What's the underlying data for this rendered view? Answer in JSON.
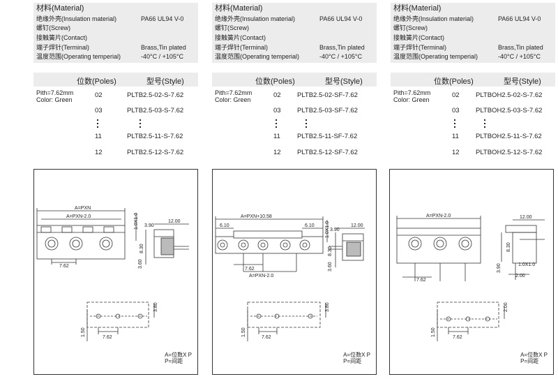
{
  "materials_header": "材料(Material)",
  "materials": [
    {
      "label": "绝缘外壳(Insulation material)",
      "value": "PA66 UL94 V-0"
    },
    {
      "label": "螺钉(Screw)",
      "value": ""
    },
    {
      "label": "接触簧片(Contact)",
      "value": ""
    },
    {
      "label": "端子焊针(Terminal)",
      "value": "Brass,Tin plated"
    },
    {
      "label": "温度范围(Operating temperial)",
      "value": "-40°C / +105°C"
    }
  ],
  "table_header": {
    "poles": "位数(Poles)",
    "style": "型号(Style)"
  },
  "pith": "Pith=7.62mm",
  "color": "Color: Green",
  "legend": {
    "a": "A=位数X P",
    "p": "P=间距"
  },
  "columns": [
    {
      "rows": [
        {
          "poles": "02",
          "style": "PLTB2.5-02-S-7.62"
        },
        {
          "poles": "03",
          "style": "PLTB2.5-03-S-7.62"
        },
        {
          "poles": "11",
          "style": "PLTB2.5-11-S-7.62"
        },
        {
          "poles": "12",
          "style": "PLTB2.5-12-S-7.62"
        }
      ],
      "dims": {
        "a": "A=PXN",
        "b": "A=PXN-2.0",
        "pitch": "7.62",
        "h1": "1.0X1.0",
        "h2": "3.90",
        "w": "12.00",
        "h3": "8.30",
        "h4": "3.60",
        "fp_h": "3.80",
        "fp_v": "1.50",
        "fp_p": "7.62"
      }
    },
    {
      "rows": [
        {
          "poles": "02",
          "style": "PLTB2.5-02-SF-7.62"
        },
        {
          "poles": "03",
          "style": "PLTB2.5-03-SF-7.62"
        },
        {
          "poles": "11",
          "style": "PLTB2.5-11-SF-7.62"
        },
        {
          "poles": "12",
          "style": "PLTB2.5-12-SF-7.62"
        }
      ],
      "dims": {
        "a": "A=PXN+10.58",
        "b": "A=PXN-2.0",
        "side": "6.10",
        "pitch": "7.62",
        "h1": "1.0X1.0",
        "h2": "3.90",
        "w": "12.00",
        "h3": "8.30",
        "h4": "3.60",
        "fp_h": "3.80",
        "fp_v": "1.50",
        "fp_p": "7.62"
      }
    },
    {
      "rows": [
        {
          "poles": "02",
          "style": "PLTBOH2.5-02-S-7.62"
        },
        {
          "poles": "03",
          "style": "PLTBOH2.5-03-S-7.62"
        },
        {
          "poles": "11",
          "style": "PLTBOH2.5-11-S-7.62"
        },
        {
          "poles": "12",
          "style": "PLTBOH2.5-12-S-7.62"
        }
      ],
      "dims": {
        "b": "A=PXN-2.0",
        "pitch": "7.62",
        "w": "12.00",
        "h2": "3.90",
        "h3": "8.30",
        "h1": "1.0X1.0",
        "w2": "2.00",
        "fp_h": "2.00",
        "fp_v": "1.50",
        "fp_p": "7.62"
      }
    }
  ]
}
